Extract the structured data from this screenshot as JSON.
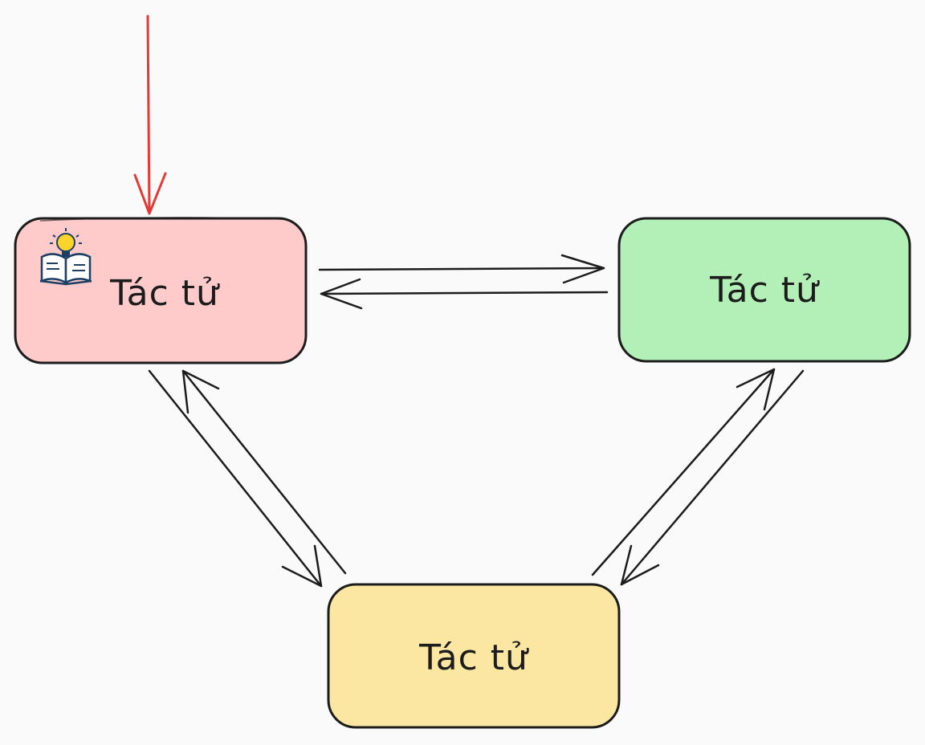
{
  "diagram": {
    "nodes": [
      {
        "id": "agent-red",
        "label": "Tác tử",
        "fill": "#fecaca",
        "has_icon": true
      },
      {
        "id": "agent-green",
        "label": "Tác tử",
        "fill": "#b2f0b8"
      },
      {
        "id": "agent-yellow",
        "label": "Tác tử",
        "fill": "#fbe7a1"
      }
    ],
    "edges": [
      {
        "from": "agent-red",
        "to": "agent-green"
      },
      {
        "from": "agent-green",
        "to": "agent-red"
      },
      {
        "from": "agent-red",
        "to": "agent-yellow"
      },
      {
        "from": "agent-yellow",
        "to": "agent-red"
      },
      {
        "from": "agent-yellow",
        "to": "agent-green"
      },
      {
        "from": "agent-green",
        "to": "agent-yellow"
      }
    ],
    "input_arrow": {
      "to": "agent-red",
      "color": "#e53935"
    },
    "icon": "book-lightbulb-icon",
    "stroke_color": "#1c1c1c"
  }
}
